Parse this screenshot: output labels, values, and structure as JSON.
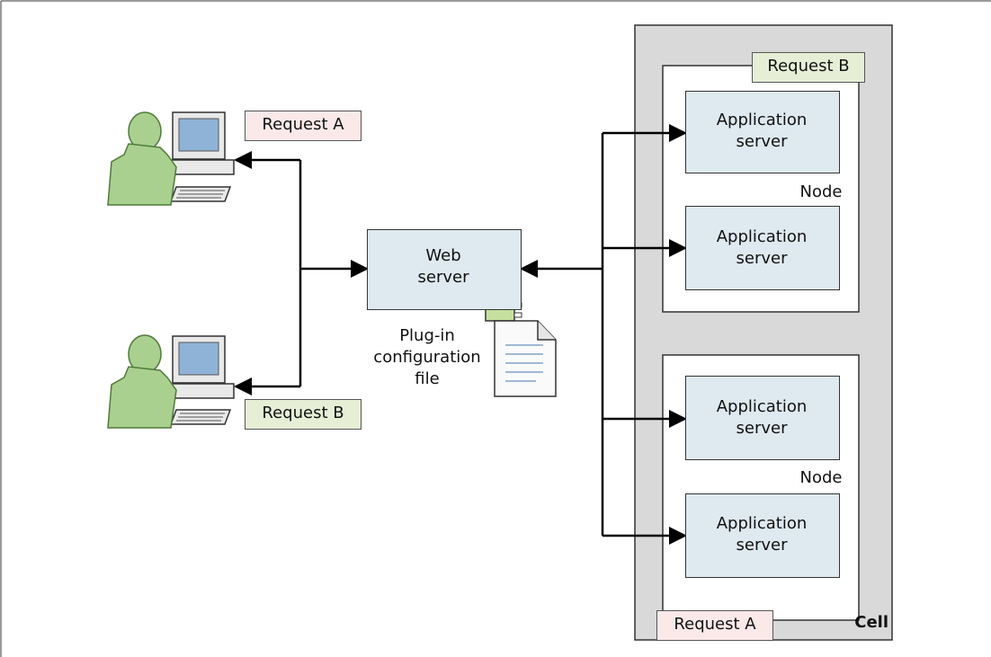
{
  "colors": {
    "cell_bg": "#d9d9d9",
    "server_fill": "#dfe9f0",
    "request_a_fill": "#fbe9ea",
    "request_b_fill": "#e6efd6",
    "person_fill": "#a9d08e",
    "person_stroke": "#4f7a3a"
  },
  "clients": [
    {
      "request_label": "Request A"
    },
    {
      "request_label": "Request B"
    }
  ],
  "web_server": {
    "label": "Web\nserver",
    "plugin_label": "Plug-in\nconfiguration\nfile"
  },
  "cell": {
    "label": "Cell",
    "nodes": [
      {
        "label": "Node",
        "request_label": "Request B",
        "servers": [
          "Application\nserver",
          "Application\nserver"
        ]
      },
      {
        "label": "Node",
        "request_label": "Request A",
        "servers": [
          "Application\nserver",
          "Application\nserver"
        ]
      }
    ]
  }
}
